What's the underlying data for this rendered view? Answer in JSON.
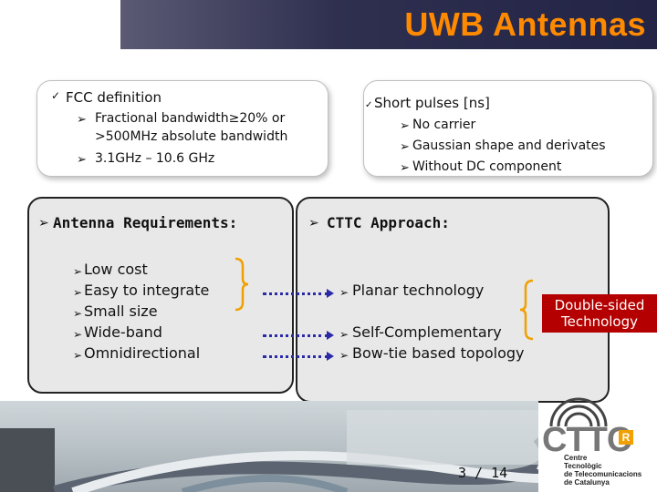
{
  "header": {
    "title": "UWB Antennas",
    "band_color": "#2f3050",
    "title_color": "#ff8a00"
  },
  "fcc": {
    "heading": "FCC definition",
    "items": [
      "Fractional bandwidth≥20% or",
      ">500MHz absolute bandwidth",
      "3.1GHz – 10.6 GHz"
    ]
  },
  "pulses": {
    "heading": "Short pulses [ns]",
    "items": [
      "No carrier",
      "Gaussian shape and derivates",
      "Without DC component"
    ]
  },
  "requirements": {
    "heading": "Antenna Requirements:",
    "items": [
      "Low cost",
      "Easy to integrate",
      "Small size",
      "Wide-band",
      "Omnidirectional"
    ]
  },
  "approach": {
    "heading": "CTTC Approach:",
    "items": [
      "Planar technology",
      "Self-Complementary",
      "Bow-tie based topology"
    ]
  },
  "callout": {
    "line1": "Double-sided",
    "line2": "Technology",
    "color": "#b40000"
  },
  "footer": {
    "page": "3 / 14"
  },
  "logo": {
    "word": "CTTC",
    "lines": [
      "Centre",
      "Tecnològic",
      "de Telecomunicacions",
      "de Catalunya"
    ]
  }
}
